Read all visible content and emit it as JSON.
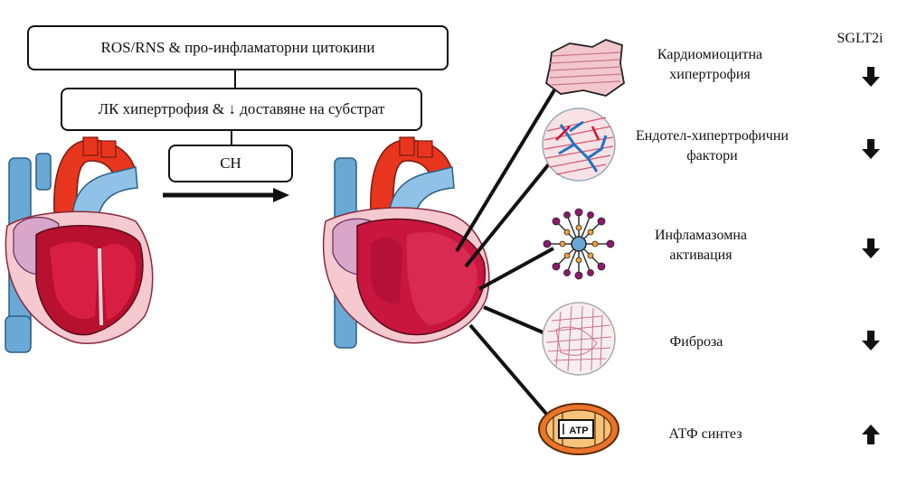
{
  "flow": {
    "box1": "ROS/RNS & про-инфламаторни цитокини",
    "box2": "ЛК хипертрофия & ↓ доставяне на субстрат",
    "box3": "СН"
  },
  "column_header": "SGLT2i",
  "effects": [
    {
      "line1": "Кардиомиоцитна",
      "line2": "хипертрофия",
      "direction": "down",
      "icon": "cardiomyocyte-icon"
    },
    {
      "line1": "Ендотел-хипертрофични",
      "line2": "фактори",
      "direction": "down",
      "icon": "endothelium-icon"
    },
    {
      "line1": "Инфламазомна",
      "line2": "активация",
      "direction": "down",
      "icon": "inflammasome-icon"
    },
    {
      "line1": "Фиброза",
      "line2": "",
      "direction": "down",
      "icon": "fibrosis-icon"
    },
    {
      "line1": "АТФ синтез",
      "line2": "",
      "direction": "up",
      "icon": "mitochondrion-icon"
    }
  ],
  "atp_label": "ATP",
  "colors": {
    "myocardium": "#c8163f",
    "aorta": "#e8351e",
    "vein_blue": "#6aa9d6",
    "pericardium": "#f4c9cf",
    "arrow": "#111111"
  }
}
